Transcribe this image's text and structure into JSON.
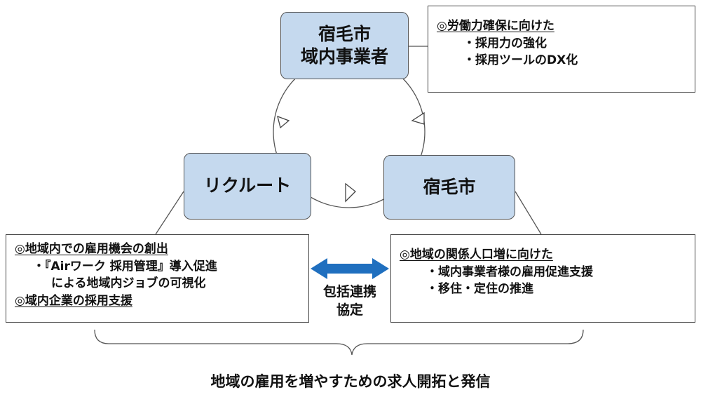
{
  "nodes": {
    "businesses": {
      "line1": "宿毛市",
      "line2": "域内事業者"
    },
    "recruit": {
      "label": "リクルート"
    },
    "city": {
      "label": "宿毛市"
    }
  },
  "top_box": {
    "heading": "◎労働力確保に向けた",
    "items": [
      "・採用力の強化",
      "・採用ツールのDX化"
    ]
  },
  "left_box": {
    "heading1": "◎地域内での雇用機会の創出",
    "item1": "・『Airワーク 採用管理』導入促進",
    "item1_cont": "による地域内ジョブの可視化",
    "heading2": "◎域内企業の採用支援"
  },
  "right_box": {
    "heading": "◎地域の関係人口増に向けた",
    "items": [
      "・域内事業者様の雇用促進支援",
      "・移住・定住の推進"
    ]
  },
  "center": {
    "line1": "包括連携",
    "line2": "協定"
  },
  "footer": "地域の雇用を増やすための求人開拓と発信",
  "colors": {
    "node_fill": "#c5d9ee",
    "arrow": "#1f6fbf",
    "border": "#444444"
  }
}
